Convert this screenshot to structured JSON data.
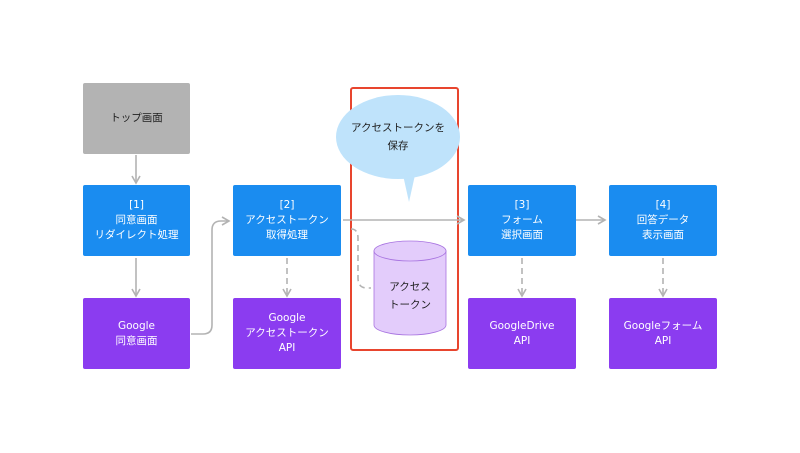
{
  "nodes": {
    "top": {
      "lines": [
        "トップ画面"
      ]
    },
    "step1": {
      "lines": [
        "[1]",
        "同意画面",
        "リダイレクト処理"
      ]
    },
    "google_consent": {
      "lines": [
        "Google",
        "同意画面"
      ]
    },
    "step2": {
      "lines": [
        "[2]",
        "アクセストークン",
        "取得処理"
      ]
    },
    "google_token_api": {
      "lines": [
        "Google",
        "アクセストークン",
        "API"
      ]
    },
    "step3": {
      "lines": [
        "[3]",
        "フォーム",
        "選択画面"
      ]
    },
    "drive_api": {
      "lines": [
        "GoogleDrive",
        "API"
      ]
    },
    "step4": {
      "lines": [
        "[4]",
        "回答データ",
        "表示画面"
      ]
    },
    "form_api": {
      "lines": [
        "Googleフォーム",
        "API"
      ]
    }
  },
  "callout": {
    "lines": [
      "アクセストークンを",
      "保存"
    ]
  },
  "database": {
    "lines": [
      "アクセス",
      "トークン"
    ]
  },
  "colors": {
    "step": "#1a8cf0",
    "api": "#8b3cf0",
    "start": "#b3b3b3",
    "highlight_border": "#e8452e",
    "callout": "#bfe3fb",
    "database": "#e3ccfb",
    "arrow": "#b3b3b3"
  }
}
